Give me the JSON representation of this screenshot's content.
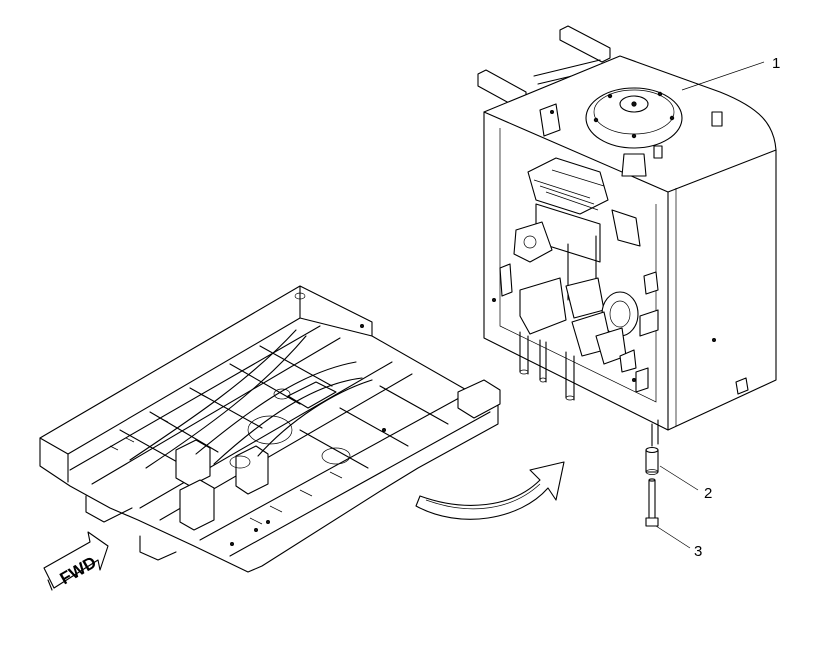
{
  "callouts": [
    {
      "label": "1"
    },
    {
      "label": "2"
    },
    {
      "label": "3"
    }
  ],
  "direction_marker": {
    "label": "FWD"
  }
}
